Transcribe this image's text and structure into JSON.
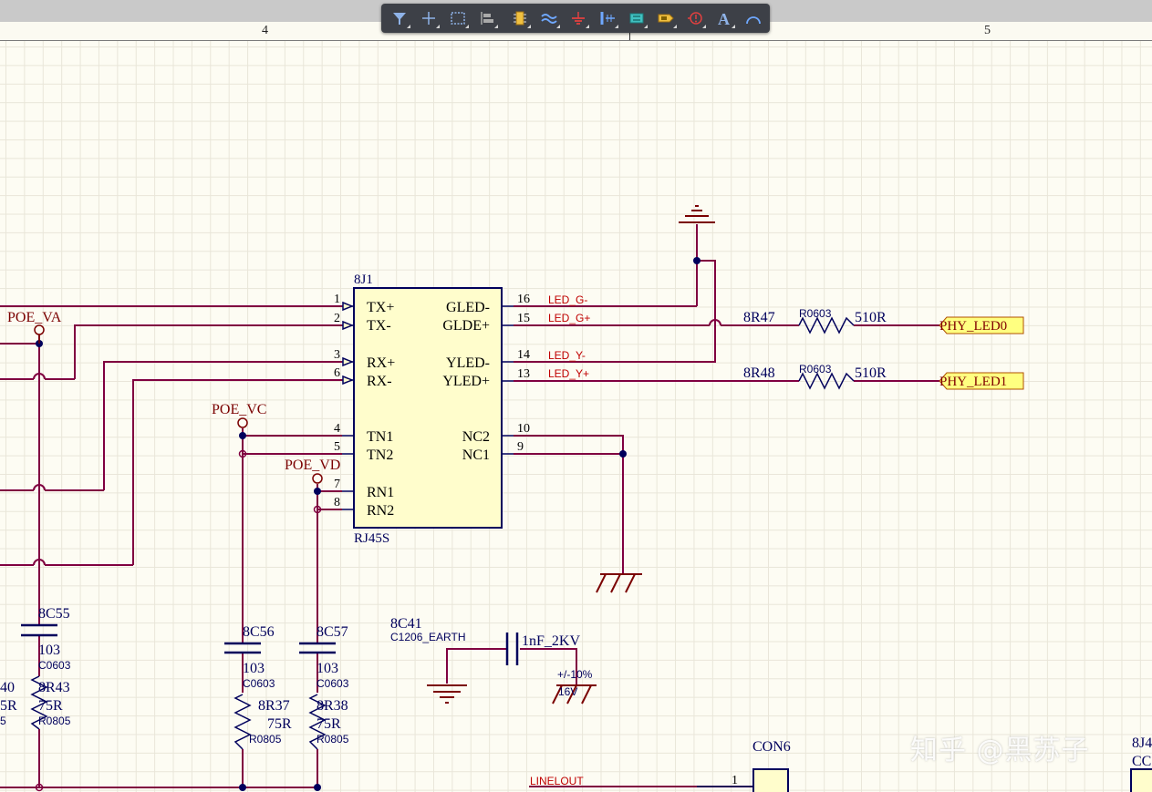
{
  "ruler": {
    "zone_left": "4",
    "zone_right": "5"
  },
  "toolbar": {
    "tools": [
      {
        "name": "filter-icon"
      },
      {
        "name": "cross-probe-icon"
      },
      {
        "name": "select-rect-icon"
      },
      {
        "name": "align-icon"
      },
      {
        "name": "place-part-icon"
      },
      {
        "name": "wire-icon"
      },
      {
        "name": "power-port-icon"
      },
      {
        "name": "bus-icon"
      },
      {
        "name": "harness-icon"
      },
      {
        "name": "port-icon"
      },
      {
        "name": "directive-icon"
      },
      {
        "name": "text-tool-icon"
      },
      {
        "name": "arc-icon"
      }
    ],
    "text_tool_glyph": "A"
  },
  "colors": {
    "wire": "#800040",
    "designator": "#00005c",
    "net_label": "#c00000",
    "part_fill": "#fffdcc",
    "part_edge": "#00005c",
    "power": "#7a0000",
    "port_fill": "#ffff80"
  },
  "schematic": {
    "connector": {
      "designator": "8J1",
      "comment": "RJ45S",
      "pins_left": [
        {
          "num": "1",
          "name": "TX+"
        },
        {
          "num": "2",
          "name": "TX-"
        },
        {
          "num": "3",
          "name": "RX+"
        },
        {
          "num": "6",
          "name": "RX-"
        },
        {
          "num": "4",
          "name": "TN1"
        },
        {
          "num": "5",
          "name": "TN2"
        },
        {
          "num": "7",
          "name": "RN1"
        },
        {
          "num": "8",
          "name": "RN2"
        }
      ],
      "pins_right": [
        {
          "num": "16",
          "name": "GLED-"
        },
        {
          "num": "15",
          "name": "GLDE+"
        },
        {
          "num": "14",
          "name": "YLED-"
        },
        {
          "num": "13",
          "name": "YLED+"
        },
        {
          "num": "10",
          "name": "NC2"
        },
        {
          "num": "9",
          "name": "NC1"
        }
      ]
    },
    "net_labels": {
      "led_gm": "LED_G-",
      "led_gp": "LED_G+",
      "led_ym": "LED_Y-",
      "led_yp": "LED_Y+",
      "poe_va": "POE_VA",
      "poe_vc": "POE_VC",
      "poe_vd": "POE_VD",
      "lineout": "LINELOUT"
    },
    "resistors": [
      {
        "designator": "8R47",
        "footprint": "R0603",
        "value": "510R"
      },
      {
        "designator": "8R48",
        "footprint": "R0603",
        "value": "510R"
      },
      {
        "designator": "8R43",
        "footprint": "R0805",
        "value": "75R"
      },
      {
        "designator": "8R37",
        "footprint": "R0805",
        "value": "75R"
      },
      {
        "designator": "8R38",
        "footprint": "R0805",
        "value": "75R"
      }
    ],
    "capacitors": [
      {
        "designator": "8C55",
        "value": "103",
        "footprint": "C0603"
      },
      {
        "designator": "8C56",
        "value": "103",
        "footprint": "C0603"
      },
      {
        "designator": "8C57",
        "value": "103",
        "footprint": "C0603"
      },
      {
        "designator": "8C41",
        "footprint": "C1206_EARTH",
        "value": "1nF_2KV",
        "tolerance": "+/-10%",
        "voltage": "16V"
      }
    ],
    "ports": [
      {
        "name": "PHY_LED0"
      },
      {
        "name": "PHY_LED1"
      }
    ],
    "partial_left": {
      "designator": "40",
      "value": "5R",
      "footprint": "5"
    },
    "con6": {
      "designator": "CON6",
      "pin": "1"
    },
    "partial_right": {
      "designator": "8J4",
      "comment": "CC"
    }
  },
  "watermark": "知乎 @黑苏子"
}
